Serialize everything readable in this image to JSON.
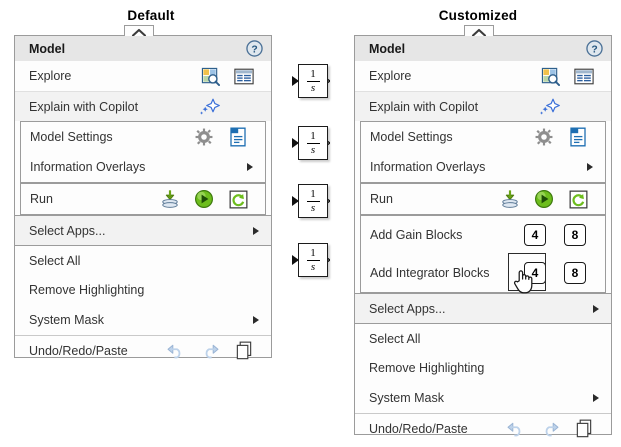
{
  "columns": {
    "default_title": "Default",
    "customized_title": "Customized"
  },
  "menu": {
    "header_label": "Model",
    "help_icon": "help-question-icon",
    "collapse_icon": "chevron-up-icon"
  },
  "default_menu": {
    "rows": [
      {
        "label": "Explore",
        "icons": [
          "explore-magnifier-icon",
          "model-browser-icon"
        ]
      },
      {
        "label": "Explain with Copilot",
        "icons": [
          "copilot-sparkle-icon"
        ]
      },
      {
        "label": "Model Settings",
        "icons": [
          "gear-icon",
          "model-properties-icon"
        ]
      },
      {
        "label": "Information Overlays",
        "icons": [
          "submenu-caret-icon"
        ]
      },
      {
        "label": "Run",
        "icons": [
          "update-model-icon",
          "run-play-icon",
          "fast-restart-icon"
        ]
      },
      {
        "label": "Select Apps...",
        "icons": [
          "submenu-caret-icon"
        ]
      },
      {
        "label": "Select All",
        "icons": []
      },
      {
        "label": "Remove Highlighting",
        "icons": []
      },
      {
        "label": "System Mask",
        "icons": [
          "submenu-caret-icon"
        ]
      },
      {
        "label": "Undo/Redo/Paste",
        "icons": [
          "undo-arrow-icon",
          "redo-arrow-icon",
          "paste-clipboard-icon"
        ]
      }
    ]
  },
  "customized_menu": {
    "rows": [
      {
        "label": "Explore",
        "icons": [
          "explore-magnifier-icon",
          "model-browser-icon"
        ]
      },
      {
        "label": "Explain with Copilot",
        "icons": [
          "copilot-sparkle-icon"
        ]
      },
      {
        "label": "Model Settings",
        "icons": [
          "gear-icon",
          "model-properties-icon"
        ]
      },
      {
        "label": "Information Overlays",
        "icons": [
          "submenu-caret-icon"
        ]
      },
      {
        "label": "Run",
        "icons": [
          "update-model-icon",
          "run-play-icon",
          "fast-restart-icon"
        ]
      },
      {
        "label": "Add Gain Blocks",
        "buttons": [
          "4",
          "8"
        ]
      },
      {
        "label": "Add Integrator Blocks",
        "buttons": [
          "4",
          "8"
        ],
        "hovered_button": "4"
      },
      {
        "label": "Select Apps...",
        "icons": [
          "submenu-caret-icon"
        ]
      },
      {
        "label": "Select All",
        "icons": []
      },
      {
        "label": "Remove Highlighting",
        "icons": []
      },
      {
        "label": "System Mask",
        "icons": [
          "submenu-caret-icon"
        ]
      },
      {
        "label": "Undo/Redo/Paste",
        "icons": [
          "undo-arrow-icon",
          "redo-arrow-icon",
          "paste-clipboard-icon"
        ]
      }
    ]
  },
  "canvas": {
    "blocks": [
      {
        "numerator": "1",
        "denominator": "s"
      },
      {
        "numerator": "1",
        "denominator": "s"
      },
      {
        "numerator": "1",
        "denominator": "s"
      },
      {
        "numerator": "1",
        "denominator": "s"
      }
    ]
  },
  "cursor": {
    "type": "pointing-hand-cursor"
  },
  "colors": {
    "panel_background": "#fdfdfd",
    "header_background": "#e6e6e6",
    "panel_border": "#9b9b9b",
    "row_separator": "#c9c9c9",
    "shaded_row": "#f2f2f2",
    "text": "#333333",
    "copilot_accent": "#3a6fd8",
    "run_green": "#5aa80e",
    "help_blue": "#3f6f9f"
  }
}
